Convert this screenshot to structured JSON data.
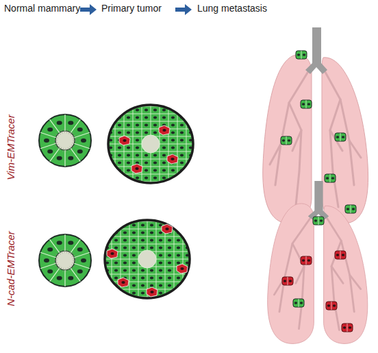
{
  "diagram": {
    "labels": [
      "Normal mammary",
      "Primary tumor",
      "Lung metastasis",
      "Vim-EMTracer",
      "N-cad-EMTracer"
    ]
  }
}
